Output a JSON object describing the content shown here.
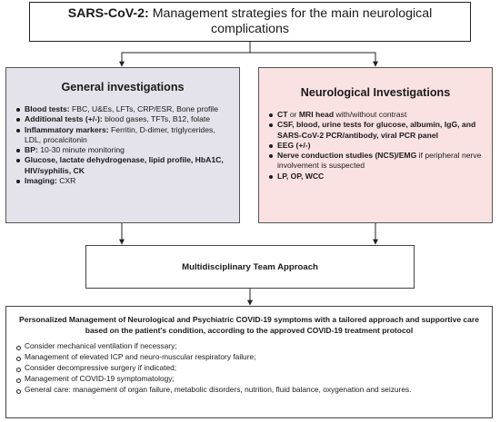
{
  "title": {
    "strong": "SARS-CoV-2:",
    "rest": " Management strategies for the main neurological complications"
  },
  "general": {
    "heading": "General investigations",
    "items": [
      {
        "bold": "Blood tests:",
        "text": " FBC, U&Es, LFTs, CRP/ESR, Bone profile"
      },
      {
        "bold": "Additional tests (+/-):",
        "text": " blood gases, TFTs, B12, folate"
      },
      {
        "bold": "Inflammatory markers:",
        "text": " Ferritin, D-dimer, triglycerides, LDL, procalcitonin"
      },
      {
        "bold": "BP:",
        "text": " 10-30 minute monitoring"
      },
      {
        "bold": "Glucose, lactate dehydrogenase, lipid profile, HbA1C, HIV/syphilis, CK",
        "text": ""
      },
      {
        "bold": "Imaging:",
        "text": " CXR"
      }
    ]
  },
  "neuro": {
    "heading": "Neurological Investigations",
    "items": [
      {
        "bold": "CT",
        "text": " or ",
        "bold2": "MRI head",
        "text2": " with/without contrast"
      },
      {
        "bold": "CSF, blood, urine tests for glucose, albumin, IgG, and SARS-CoV-2 PCR/antibody, viral PCR panel",
        "text": ""
      },
      {
        "bold": "EEG (+/-)",
        "text": ""
      },
      {
        "bold": "Nerve conduction studies (NCS)/EMG",
        "text": " if peripheral nerve involvement is suspected"
      },
      {
        "bold": "LP, OP, WCC",
        "text": ""
      }
    ]
  },
  "mdt": {
    "label": "Multidisciplinary Team Approach"
  },
  "management": {
    "heading": "Personalized Management of Neurological and Psychiatric COVID-19 symptoms with a tailored approach and supportive care based on the patient's condition, according to the approved COVID-19 treatment protocol",
    "items": [
      "Consider mechanical ventilation if necessary;",
      "Management of elevated ICP and neuro-muscular respiratory failure;",
      "Consider decompressive surgery if indicated;",
      "Management of COVID-19 symptomatology;",
      "General care: management of organ failure, metabolic disorders, nutrition, fluid balance, oxygenation and seizures."
    ]
  },
  "colors": {
    "general_bg": "#e4e2ea",
    "neuro_bg": "#fbe2e2"
  }
}
